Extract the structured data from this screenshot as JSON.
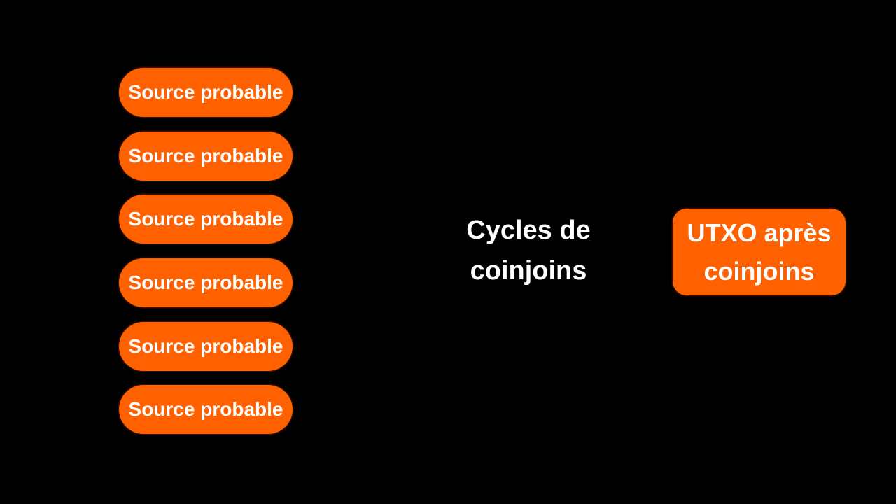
{
  "sources": [
    {
      "label": "Source probable"
    },
    {
      "label": "Source probable"
    },
    {
      "label": "Source probable"
    },
    {
      "label": "Source probable"
    },
    {
      "label": "Source probable"
    },
    {
      "label": "Source probable"
    }
  ],
  "process": {
    "line1": "Cycles de",
    "line2": "coinjoins"
  },
  "output": {
    "line1": "UTXO après",
    "line2": "coinjoins"
  },
  "colors": {
    "background": "#000000",
    "node_fill": "#ff6000",
    "text": "#ffffff"
  }
}
